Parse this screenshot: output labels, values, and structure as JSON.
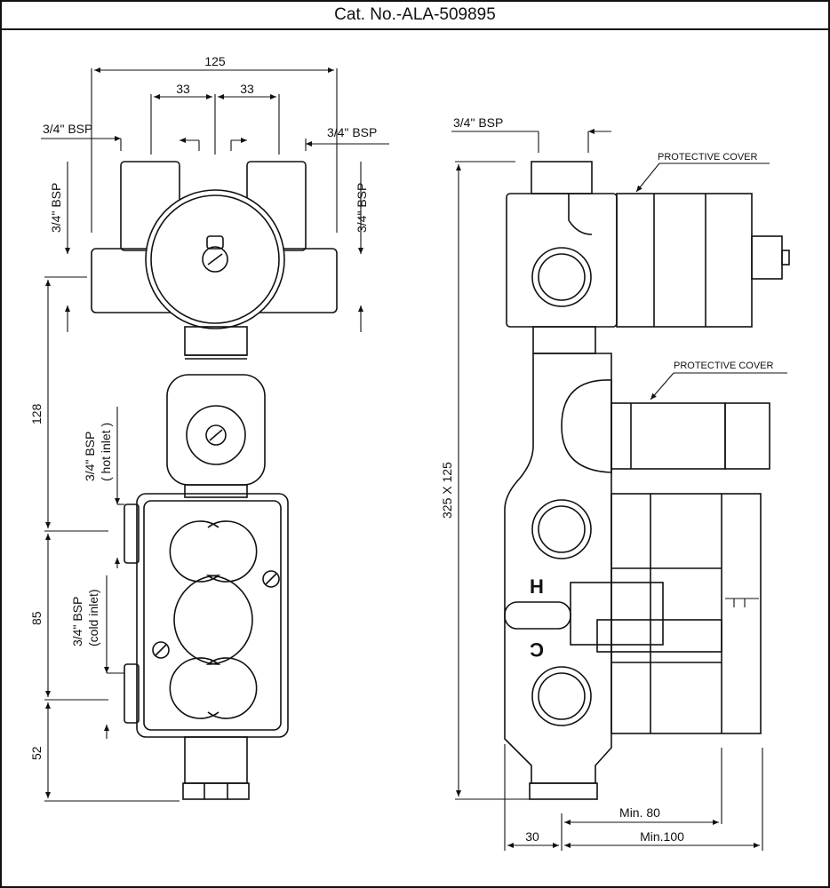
{
  "catalog": {
    "title": "Cat. No.-ALA-509895"
  },
  "front_view": {
    "dim_overall_width": "125",
    "dim_left_spacing": "33",
    "dim_right_spacing": "33",
    "bsp_top_left": "3/4\" BSP",
    "bsp_top_right": "3/4\" BSP",
    "bsp_side_left": "3/4\" BSP",
    "bsp_side_right": "3/4\" BSP",
    "hot_inlet_line1": "3/4\" BSP",
    "hot_inlet_line2": "( hot inlet )",
    "cold_inlet_line1": "3/4\" BSP",
    "cold_inlet_line2": "(cold inlet)",
    "dim_upper_height": "128",
    "dim_middle_height": "85",
    "dim_lower_height": "52"
  },
  "side_view": {
    "bsp_top": "3/4\" BSP",
    "protective_cover_top": "PROTECTIVE COVER",
    "protective_cover_middle": "PROTECTIVE COVER",
    "dim_overall": "325 X 125",
    "hot_mark": "H",
    "cold_mark": "C",
    "dim_min_80": "Min. 80",
    "dim_30": "30",
    "dim_min_100": "Min.100"
  }
}
